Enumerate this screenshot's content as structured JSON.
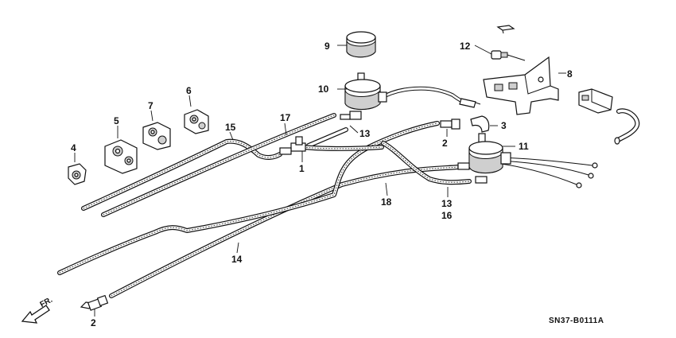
{
  "callouts": {
    "c1": "1",
    "c2a": "2",
    "c2b": "2",
    "c3": "3",
    "c4": "4",
    "c5": "5",
    "c6": "6",
    "c7": "7",
    "c8": "8",
    "c9": "9",
    "c10": "10",
    "c11": "11",
    "c12": "12",
    "c13a": "13",
    "c13b": "13",
    "c14": "14",
    "c15": "15",
    "c16": "16",
    "c17": "17",
    "c18": "18"
  },
  "direction_label": "FR.",
  "diagram_code": "SN37-B0111A"
}
